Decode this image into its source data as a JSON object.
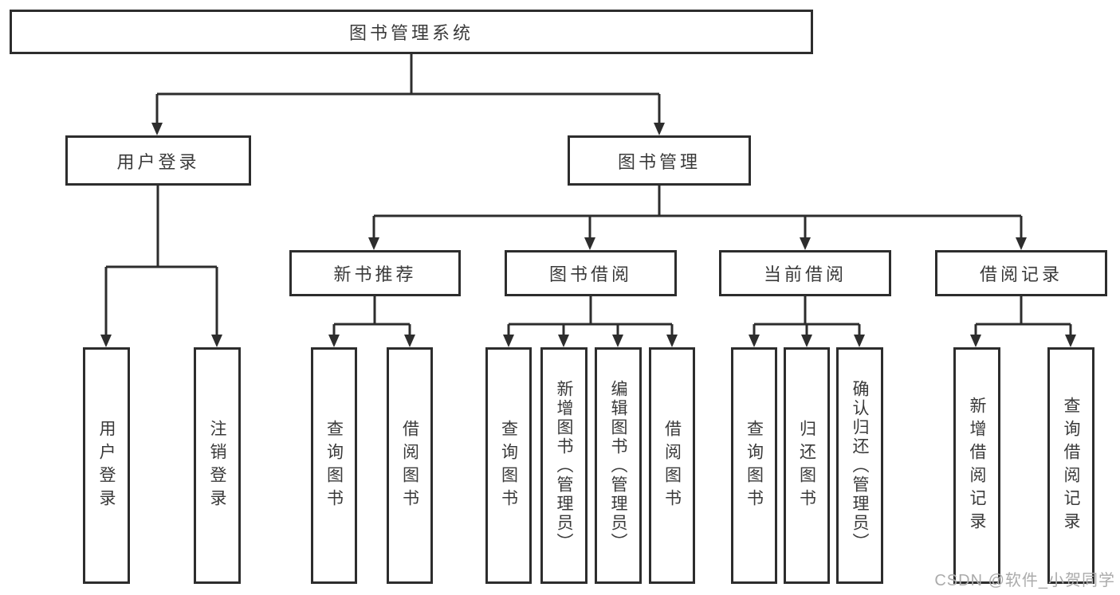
{
  "diagram": {
    "root": {
      "label": "图书管理系统"
    },
    "level2": [
      {
        "label": "用户登录"
      },
      {
        "label": "图书管理"
      }
    ],
    "level3": [
      {
        "label": "新书推荐"
      },
      {
        "label": "图书借阅"
      },
      {
        "label": "当前借阅"
      },
      {
        "label": "借阅记录"
      }
    ],
    "leaves": {
      "user_login": [
        {
          "label": "用户登录"
        },
        {
          "label": "注销登录"
        }
      ],
      "new_book": [
        {
          "label": "查询图书"
        },
        {
          "label": "借阅图书"
        }
      ],
      "borrowing": [
        {
          "label": "查询图书"
        },
        {
          "label": "新增图书（管理员）"
        },
        {
          "label": "编辑图书（管理员）"
        },
        {
          "label": "借阅图书"
        }
      ],
      "current": [
        {
          "label": "查询图书"
        },
        {
          "label": "归还图书"
        },
        {
          "label": "确认归还（管理员）"
        }
      ],
      "records": [
        {
          "label": "新增借阅记录"
        },
        {
          "label": "查询借阅记录"
        }
      ]
    },
    "watermark": "CSDN @软件_小贺同学",
    "colors": {
      "line": "#2d2d2d",
      "text": "#3a3a3a",
      "background": "#ffffff",
      "watermark": "#ababab"
    }
  }
}
